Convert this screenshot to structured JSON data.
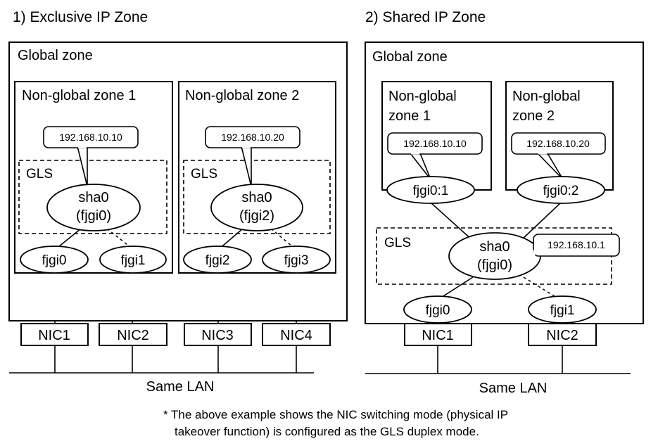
{
  "exclusive": {
    "heading": "1) Exclusive IP Zone",
    "global_zone": "Global zone",
    "zone1": {
      "title": "Non-global zone 1",
      "ip": "192.168.10.10",
      "gls": "GLS",
      "sha_line1": "sha0",
      "sha_line2": "(fjgi0)",
      "nic_a": "fjgi0",
      "nic_b": "fjgi1"
    },
    "zone2": {
      "title": "Non-global zone 2",
      "ip": "192.168.10.20",
      "gls": "GLS",
      "sha_line1": "sha0",
      "sha_line2": "(fjgi2)",
      "nic_a": "fjgi2",
      "nic_b": "fjgi3"
    },
    "nics": [
      "NIC1",
      "NIC2",
      "NIC3",
      "NIC4"
    ],
    "lan": "Same LAN"
  },
  "shared": {
    "heading": "2) Shared IP Zone",
    "global_zone": "Global zone",
    "zone1": {
      "title_line1": "Non-global",
      "title_line2": "zone 1",
      "ip": "192.168.10.10",
      "vif": "fjgi0:1"
    },
    "zone2": {
      "title_line1": "Non-global",
      "title_line2": "zone 2",
      "ip": "192.168.10.20",
      "vif": "fjgi0:2"
    },
    "gls": "GLS",
    "sha_line1": "sha0",
    "sha_line2": "(fjgi0)",
    "sha_ip": "192.168.10.1",
    "nic_a": "fjgi0",
    "nic_b": "fjgi1",
    "nics": [
      "NIC1",
      "NIC2"
    ],
    "lan": "Same LAN"
  },
  "footnote": {
    "line1": "* The above example shows the NIC switching mode (physical IP",
    "line2": "takeover function) is configured as the GLS duplex mode."
  }
}
